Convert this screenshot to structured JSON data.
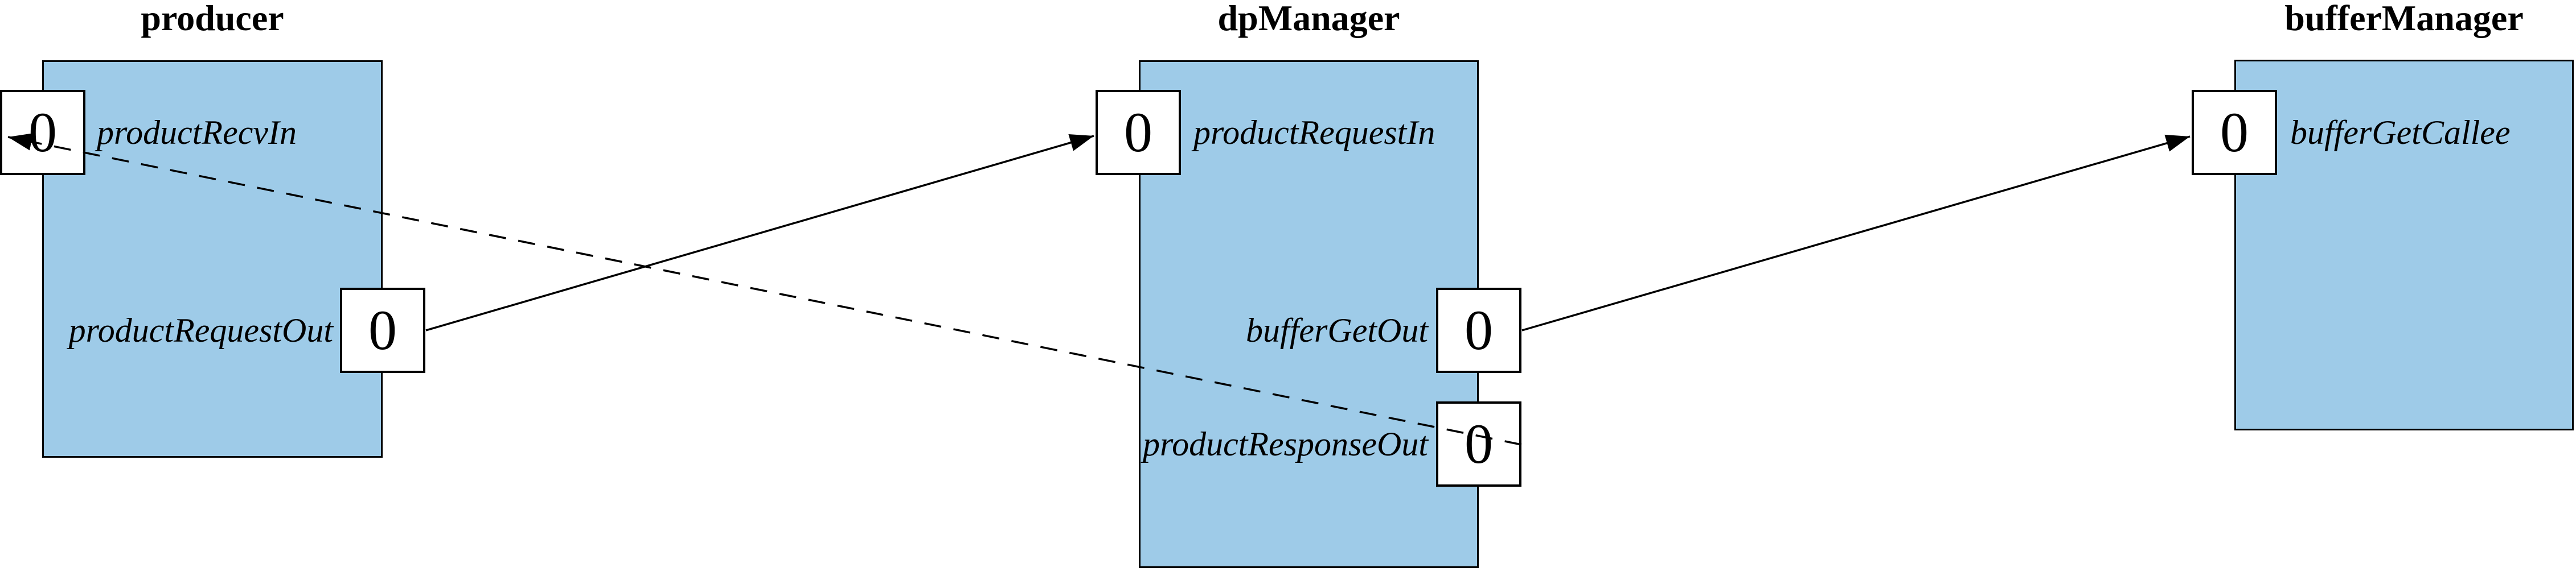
{
  "diagram": {
    "background_color": "#ffffff",
    "component_fill_color": "#9ecbe8",
    "line_color": "#000000",
    "components": [
      {
        "title": "producer",
        "ports": [
          {
            "label": "productRecvIn",
            "value": "0",
            "edge": "left"
          },
          {
            "label": "productRequestOut",
            "value": "0",
            "edge": "right"
          }
        ]
      },
      {
        "title": "dpManager",
        "ports": [
          {
            "label": "productRequestIn",
            "value": "0",
            "edge": "left"
          },
          {
            "label": "bufferGetOut",
            "value": "0",
            "edge": "right"
          },
          {
            "label": "productResponseOut",
            "value": "0",
            "edge": "right"
          }
        ]
      },
      {
        "title": "bufferManager",
        "ports": [
          {
            "label": "bufferGetCallee",
            "value": "0",
            "edge": "left"
          }
        ]
      }
    ],
    "connections": [
      {
        "from": "producer.productRequestOut",
        "to": "dpManager.productRequestIn",
        "style": "solid"
      },
      {
        "from": "dpManager.bufferGetOut",
        "to": "bufferManager.bufferGetCallee",
        "style": "solid"
      },
      {
        "from": "dpManager.productResponseOut",
        "to": "producer.productRecvIn",
        "style": "dashed"
      }
    ]
  }
}
